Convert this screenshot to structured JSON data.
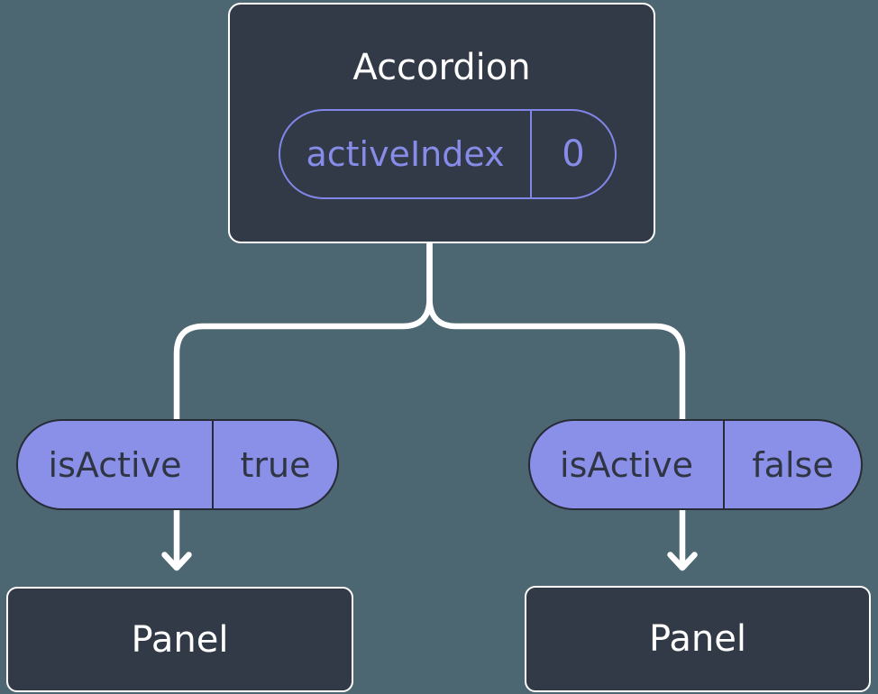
{
  "colors": {
    "background": "#4C6771",
    "node_fill": "#333A47",
    "node_border": "#FFFFFF",
    "pill_fill": "#8A90E8",
    "pill_outline_purple": "#8187E8",
    "pill_text_purple": "#868CE8",
    "pill_text_dark": "#2F3542",
    "pill_outline_dark": "#262B36",
    "connector": "#FFFFFF",
    "title_text": "#FFFFFF"
  },
  "tree": {
    "root": {
      "title": "Accordion",
      "prop": {
        "name": "activeIndex",
        "value": "0"
      }
    },
    "branches": [
      {
        "prop": {
          "name": "isActive",
          "value": "true"
        },
        "panel": {
          "title": "Panel"
        }
      },
      {
        "prop": {
          "name": "isActive",
          "value": "false"
        },
        "panel": {
          "title": "Panel"
        }
      }
    ]
  }
}
